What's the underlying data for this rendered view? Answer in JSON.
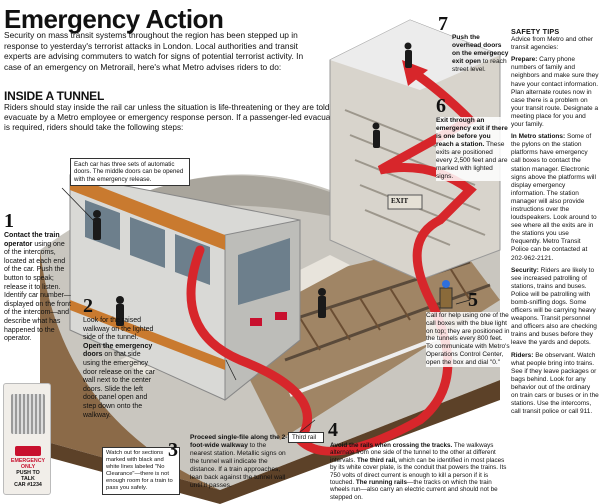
{
  "header": {
    "title": "Emergency Action",
    "intro": "Security on mass transit systems throughout the region has been stepped up in response to yesterday's terrorist attacks in London. Local authorities and transit experts are advising commuters to watch for signs of potential terrorist activity. In case of an emergency on Metrorail, here's what Metro advises riders to do:"
  },
  "tunnel": {
    "heading": "INSIDE A TUNNEL",
    "intro": "Riders should stay inside the rail car unless the situation is life-threatening or they are told to evacuate by a Metro employee or emergency response person. If a passenger-led evacuation is required, riders should take the following steps:"
  },
  "callouts": {
    "doors": "Each car has three sets of automatic doors. The middle doors can be opened with the emergency release.",
    "walkway_marking": "Watch out for sections marked with black and white lines labeled \"No Clearance\"—there is not enough room for a train to pass you safely.",
    "third_rail": "Third rail",
    "exit_sign": "EXIT"
  },
  "steps": [
    {
      "number": "1",
      "bold": "Contact the train operator",
      "text": " using one of the intercoms, located at each end of the car. Push the button to speak; release it to listen. Identify car number—displayed on the front of the intercom—and describe what has happened to the operator."
    },
    {
      "number": "2",
      "pre": "Look for the raised walkway on the lighted side of the tunnel. ",
      "bold": "Open the emergency doors",
      "text": " on that side using the emergency door release on the car wall next to the center doors. Slide the left door panel open and step down onto the walkway."
    },
    {
      "number": "3",
      "bold": "Proceed single-file along the 2-foot-wide walkway",
      "text": " to the nearest station. Metallic signs on the tunnel wall indicate the distance. If a train approaches, lean back against the tunnel wall until it passes."
    },
    {
      "number": "4",
      "bold": "Avoid the rails when crossing the tracks.",
      "text": " The walkways alternate from one side of the tunnel to the other at different intervals.",
      "bold2": "The third rail,",
      "text2": " which can be identified in most places by its white cover plate, is the conduit that powers the trains. Its 750 volts of direct current is enough to kill a person if it is touched.",
      "bold3": "The running rails",
      "text3": "—the tracks on which the train wheels run—also carry an electric current and should not be stepped on."
    },
    {
      "number": "5",
      "text": "Call for help using one of the call boxes with the blue light on top; they are positioned in the tunnels every 800 feet. To communicate with Metro's Operations Control Center, open the box and dial \"0.\""
    },
    {
      "number": "6",
      "bold": "Exit through an emergency exit if there is one before you reach a station.",
      "text": " These exits are positioned every 2,500 feet and are marked with lighted signs."
    },
    {
      "number": "7",
      "bold": "Push the overhead doors on the emergency exit open",
      "text": " to reach street level."
    }
  ],
  "intercom": {
    "line1": "EMERGENCY",
    "line2": "ONLY",
    "line3": "PUSH TO",
    "line4": "TALK",
    "line5": "CAR #1234"
  },
  "sidebar": {
    "title": "SAFETY TIPS",
    "subtitle": "Advice from Metro and other transit agencies:",
    "tips": [
      {
        "label": "Prepare:",
        "text": " Carry phone numbers of family and neighbors and make sure they have your contact information. Plan alternate routes now in case there is a problem on your transit route. Designate a meeting place for you and your family."
      },
      {
        "label": "In Metro stations:",
        "text": " Some of the pylons on the station platforms have emergency call boxes to contact the station manager. Electronic signs above the platforms will display emergency information. The station manager will also provide instructions over the loudspeakers. Look around to see where all the exits are in the stations you use frequently. Metro Transit Police can be contacted at 202-962-2121."
      },
      {
        "label": "Security:",
        "text": " Riders are likely to see increased patrolling of stations, trains and buses. Police will be patrolling with bomb-sniffing dogs. Some officers will be carrying heavy weapons. Transit personnel and officers also are checking trains and buses before they leave the yards and depots."
      },
      {
        "label": "Riders:",
        "text": " Be observant. Watch what people bring into trains. See if they leave packages or bags behind. Look for any behavior out of the ordinary on train cars or buses or in the stations. Use the intercoms, call transit police or call 911."
      }
    ]
  },
  "colors": {
    "arrow": "#d7262b",
    "tunnel": "#c9c6bf",
    "train_body": "#d9d9d6",
    "train_stripe": "#c97a2f",
    "ground": "#7a5a3c",
    "accent_red": "#c8102e"
  }
}
